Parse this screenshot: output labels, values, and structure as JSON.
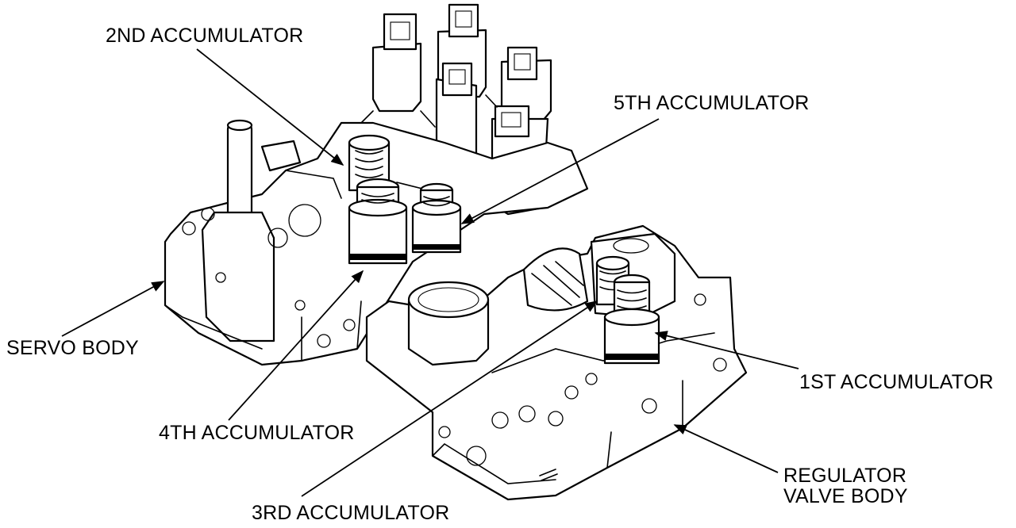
{
  "labels": {
    "second_accumulator": "2ND ACCUMULATOR",
    "fifth_accumulator": "5TH ACCUMULATOR",
    "servo_body": "SERVO BODY",
    "first_accumulator": "1ST ACCUMULATOR",
    "fourth_accumulator": "4TH ACCUMULATOR",
    "regulator_line1": "REGULATOR",
    "regulator_line2": "VALVE BODY",
    "third_accumulator": "3RD ACCUMULATOR"
  },
  "colors": {
    "ink": "#000000",
    "paper": "#ffffff"
  }
}
